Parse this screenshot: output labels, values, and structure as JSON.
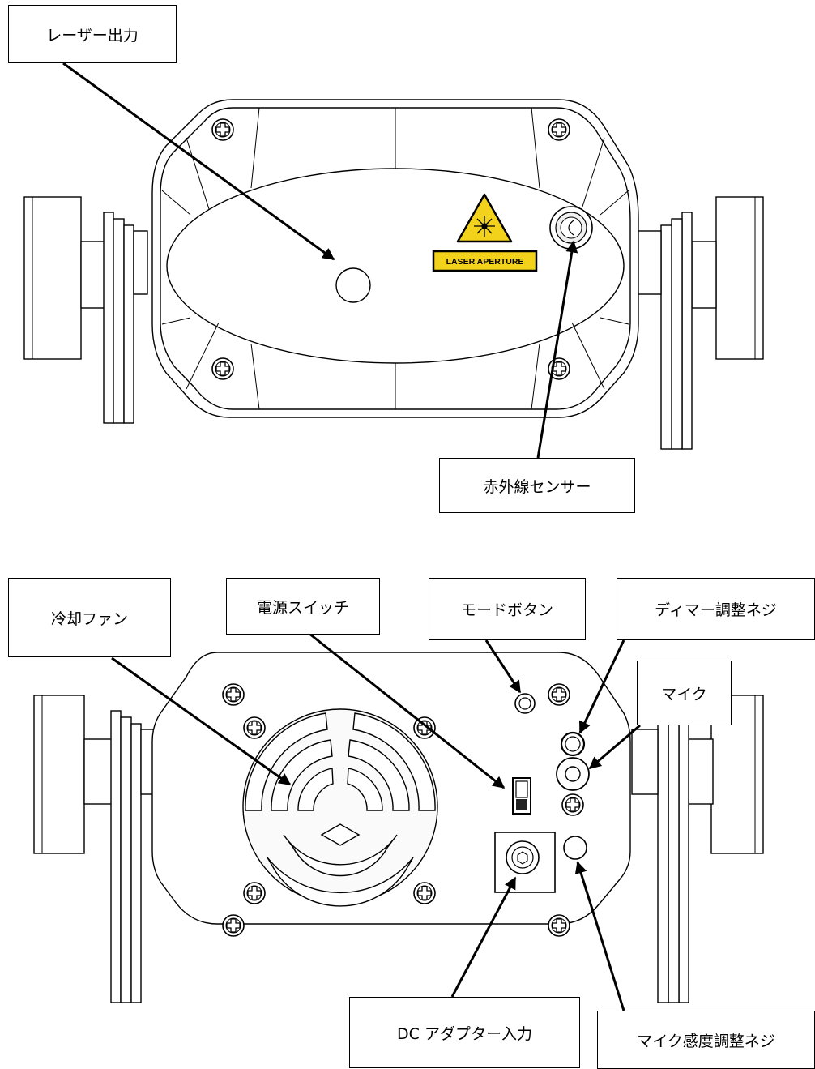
{
  "labels": {
    "laser_output": "レーザー出力",
    "ir_sensor": "赤外線センサー",
    "cooling_fan": "冷却ファン",
    "power_switch": "電源スイッチ",
    "mode_button": "モードボタン",
    "dimmer_knob": "ディマー調整ネジ",
    "mic": "マイク",
    "dc_input": "DC アダプター入力",
    "mic_sensitivity": "マイク感度調整ネジ"
  },
  "warning_label": {
    "text": "LASER APERTURE",
    "color": "#f2d21b",
    "icon": "laser-hazard-icon"
  }
}
